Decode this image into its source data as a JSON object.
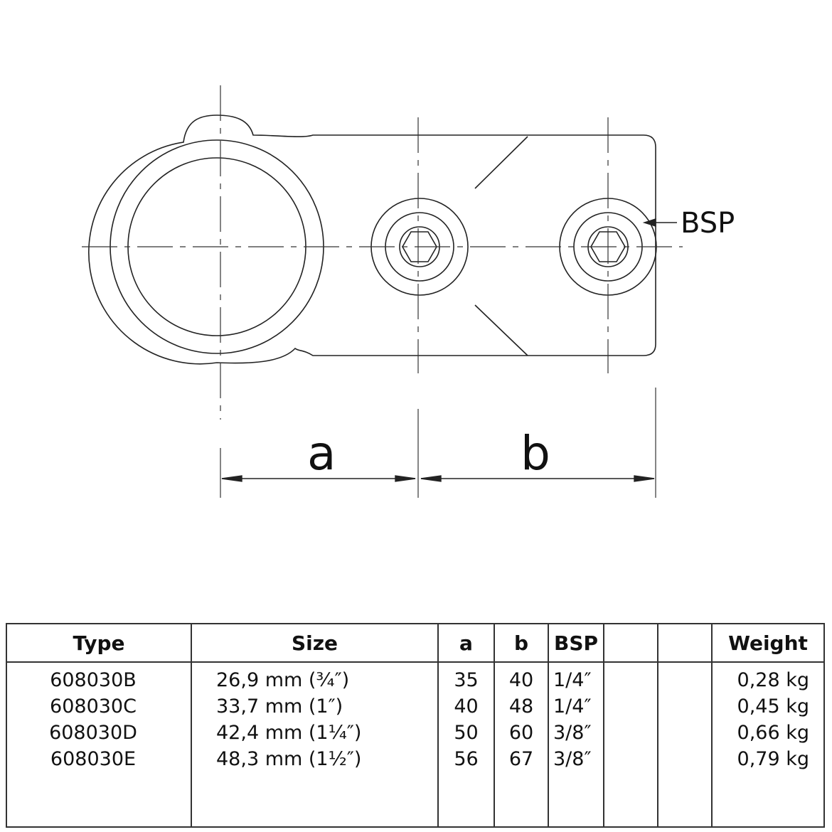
{
  "drawing": {
    "label_bsp": "BSP",
    "dim_a": "a",
    "dim_b": "b"
  },
  "table": {
    "headers": {
      "type": "Type",
      "size": "Size",
      "a": "a",
      "b": "b",
      "bsp": "BSP",
      "blank1": "",
      "blank2": "",
      "weight": "Weight"
    },
    "rows": [
      {
        "type": "608030B",
        "size": "26,9 mm (¾″)",
        "a": "35",
        "b": "40",
        "bsp": "1/4″",
        "weight": "0,28 kg"
      },
      {
        "type": "608030C",
        "size": "33,7 mm (1″)",
        "a": "40",
        "b": "48",
        "bsp": "1/4″",
        "weight": "0,45 kg"
      },
      {
        "type": "608030D",
        "size": "42,4 mm (1¼″)",
        "a": "50",
        "b": "60",
        "bsp": "3/8″",
        "weight": "0,66 kg"
      },
      {
        "type": "608030E",
        "size": "48,3 mm (1½″)",
        "a": "56",
        "b": "67",
        "bsp": "3/8″",
        "weight": "0,79 kg"
      }
    ]
  }
}
